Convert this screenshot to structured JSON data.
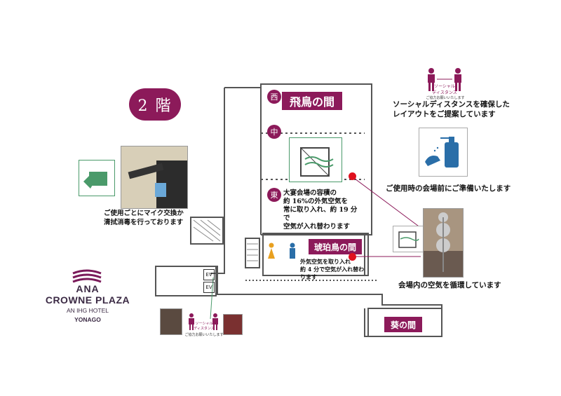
{
  "floor_label": "2 階",
  "rooms": {
    "asuka": "飛鳥の間",
    "kohaku": "琥珀鳥の間",
    "aoi": "葵の間"
  },
  "directions": {
    "west": "西",
    "middle": "中",
    "east": "東"
  },
  "elevator_labels": [
    "EV",
    "EV"
  ],
  "notes": {
    "social_distance": "ソーシャルディスタンスを確保した\nレイアウトをご提案しています",
    "disinfectant": "ご使用時の会場前にご準備いたします",
    "microphone": "ご使用ごとにマイク交換か\n清拭消毒を行っております",
    "main_hall_air": "大宴会場の容積の\n約 16%の外気空気を\n常に取り入れ、約 19 分で\n空気が入れ替わります",
    "kohaku_air": "外気空気を取り入れ\n約 4 分で空気が入れ替わります",
    "circulation": "会場内の空気を循環しています"
  },
  "sign_text": {
    "social_distance_sign": "ソーシャル\nディスタンス",
    "social_distance_request": "ご協力お願いいたします"
  },
  "logo": {
    "brand_line1": "ANA",
    "brand_line2": "CROWNE PLAZA",
    "brand_line3": "AN IHG HOTEL",
    "city": "YONAGO"
  },
  "colors": {
    "accent": "#8c1a5a",
    "marker": "#e0101e",
    "sign_green": "#4a9a6a",
    "sign_blue": "#2a6ea8"
  },
  "icons": [
    "person-icon",
    "restroom-male-icon",
    "restroom-female-icon",
    "window-air-icon",
    "hand-sanitizer-icon",
    "microphone-photo",
    "fan-photo"
  ]
}
